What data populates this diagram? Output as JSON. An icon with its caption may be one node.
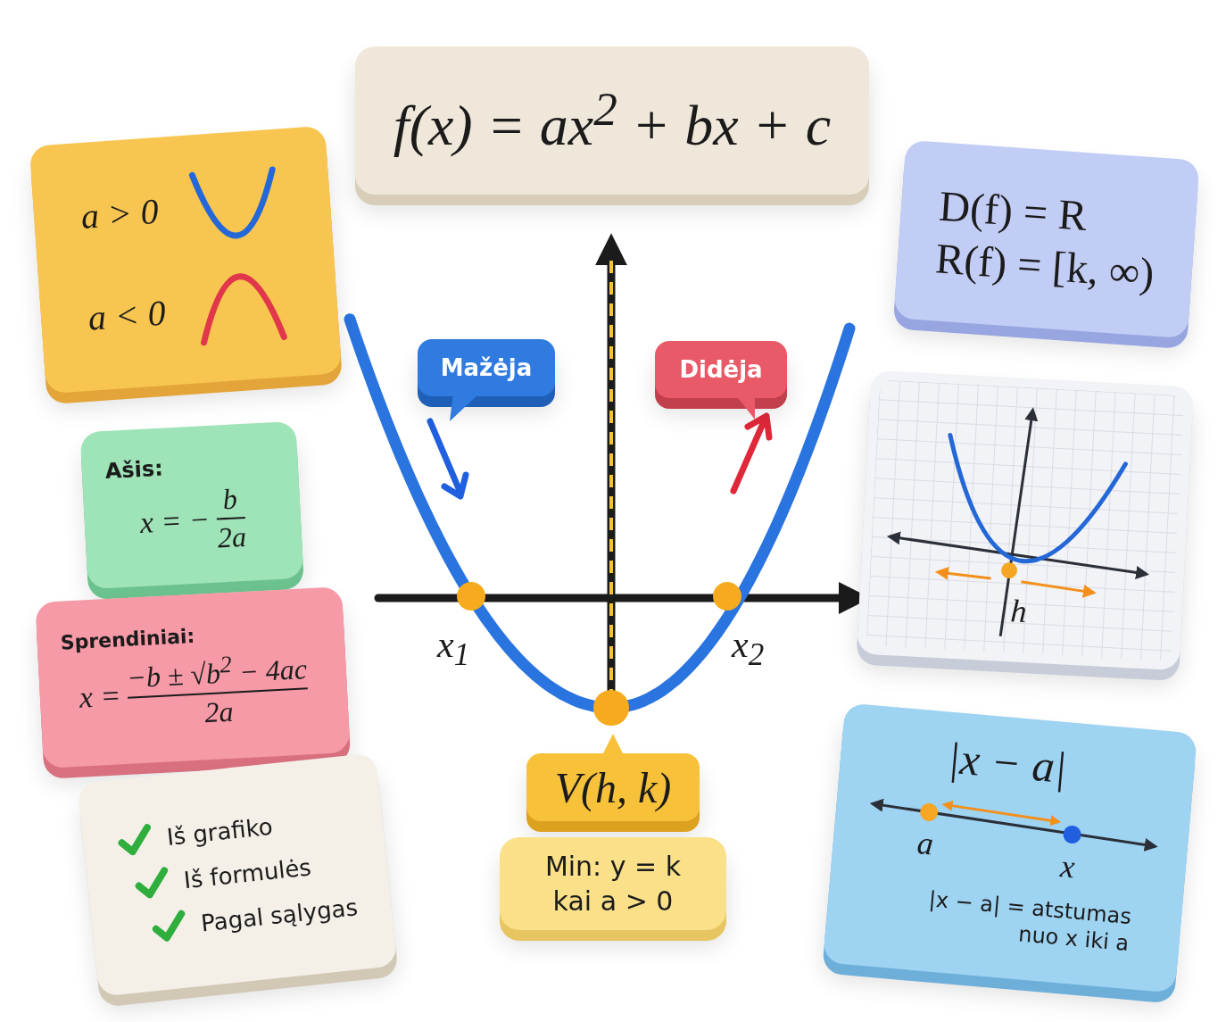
{
  "diagram": {
    "nodes": [
      {
        "text": [
          "f(x) = ax$^{2}$ + bx + c"
        ]
      },
      {
        "text": [
          "a > 0",
          "a < 0"
        ]
      },
      {
        "text": [
          "Ašis:",
          "x = −",
          "b",
          "2a"
        ]
      },
      {
        "text": [
          "Sprendiniai:",
          "x =",
          "−b ± √b$^{2}$ − 4ac",
          "2a"
        ]
      },
      {
        "text": [
          "Iš grafiko",
          "Iš formulės",
          "Pagal sąlygas"
        ]
      },
      {
        "text": [
          "D(f) = R",
          "R(f) = [k, ∞)"
        ]
      },
      {
        "text": [
          "h"
        ]
      },
      {
        "text": [
          "|x − a|",
          "a",
          "x",
          "|x − a| = atstumas nuo x iki a"
        ]
      },
      {
        "text": [
          "Mažėja"
        ]
      },
      {
        "text": [
          "Didėja"
        ]
      },
      {
        "text": [
          "V(h, k)"
        ]
      },
      {
        "text": [
          "Min: y = k kai a > 0"
        ]
      }
    ],
    "labels": [
      "x$_{1}$",
      "x$_{2}$"
    ]
  }
}
